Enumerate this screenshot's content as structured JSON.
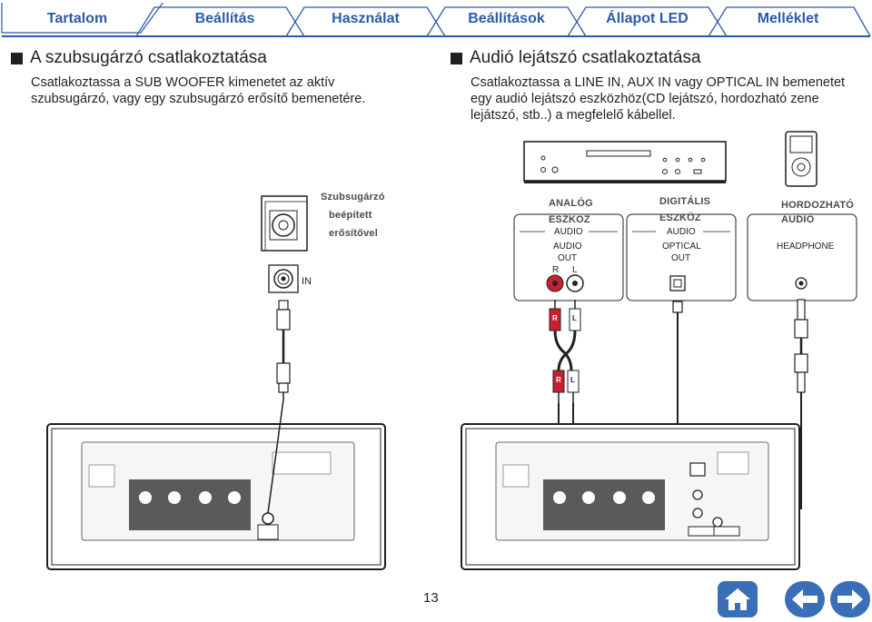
{
  "tabs": [
    {
      "label": "Tartalom"
    },
    {
      "label": "Beállítás"
    },
    {
      "label": "Használat"
    },
    {
      "label": "Beállítások"
    },
    {
      "label": "Állapot LED"
    },
    {
      "label": "Melléklet"
    }
  ],
  "colors": {
    "tab_text": "#2a5ba8",
    "tab_border": "#2a5ba8",
    "nav_blue": "#3a6fb7",
    "rca_red": "#c8202f"
  },
  "left_section": {
    "title": "A szubsugárzó csatlakoztatása",
    "lines": [
      "Csatlakoztassa a SUB WOOFER kimenetet az aktív",
      "szubsugárzó, vagy egy szubsugárzó erősítő bemenetére."
    ]
  },
  "right_section": {
    "title": "Audió lejátszó csatlakoztatása",
    "lines": [
      "Csatlakoztassa a LINE IN, AUX IN vagy OPTICAL IN bemenetet",
      "egy audió lejátszó eszközhöz(CD lejátszó, hordozható zene",
      "lejátszó, stb..) a megfelelő kábellel."
    ]
  },
  "diagram": {
    "subwoofer_label": [
      "Szubsugárzó",
      "beépített",
      "erősítővel"
    ],
    "subwoofer_input": "IN",
    "analog_label": [
      "ANALÓG",
      "ESZKÖZ"
    ],
    "digital_label": [
      "DIGITÁLIS",
      "ESZKÖZ"
    ],
    "portable_label": [
      "HORDOZHATÓ",
      "AUDIÓ"
    ],
    "analog_group": "AUDIO",
    "analog_out": [
      "AUDIO",
      "OUT"
    ],
    "analog_r": "R",
    "analog_l": "L",
    "digital_group": "AUDIO",
    "digital_out": [
      "OPTICAL",
      "OUT"
    ],
    "portable_out": "HEADPHONE",
    "plug_r": "R",
    "plug_l": "L"
  },
  "page_number": "13",
  "nav": {
    "home_icon": "home-icon",
    "back_icon": "arrow-left-icon",
    "forward_icon": "arrow-right-icon"
  }
}
